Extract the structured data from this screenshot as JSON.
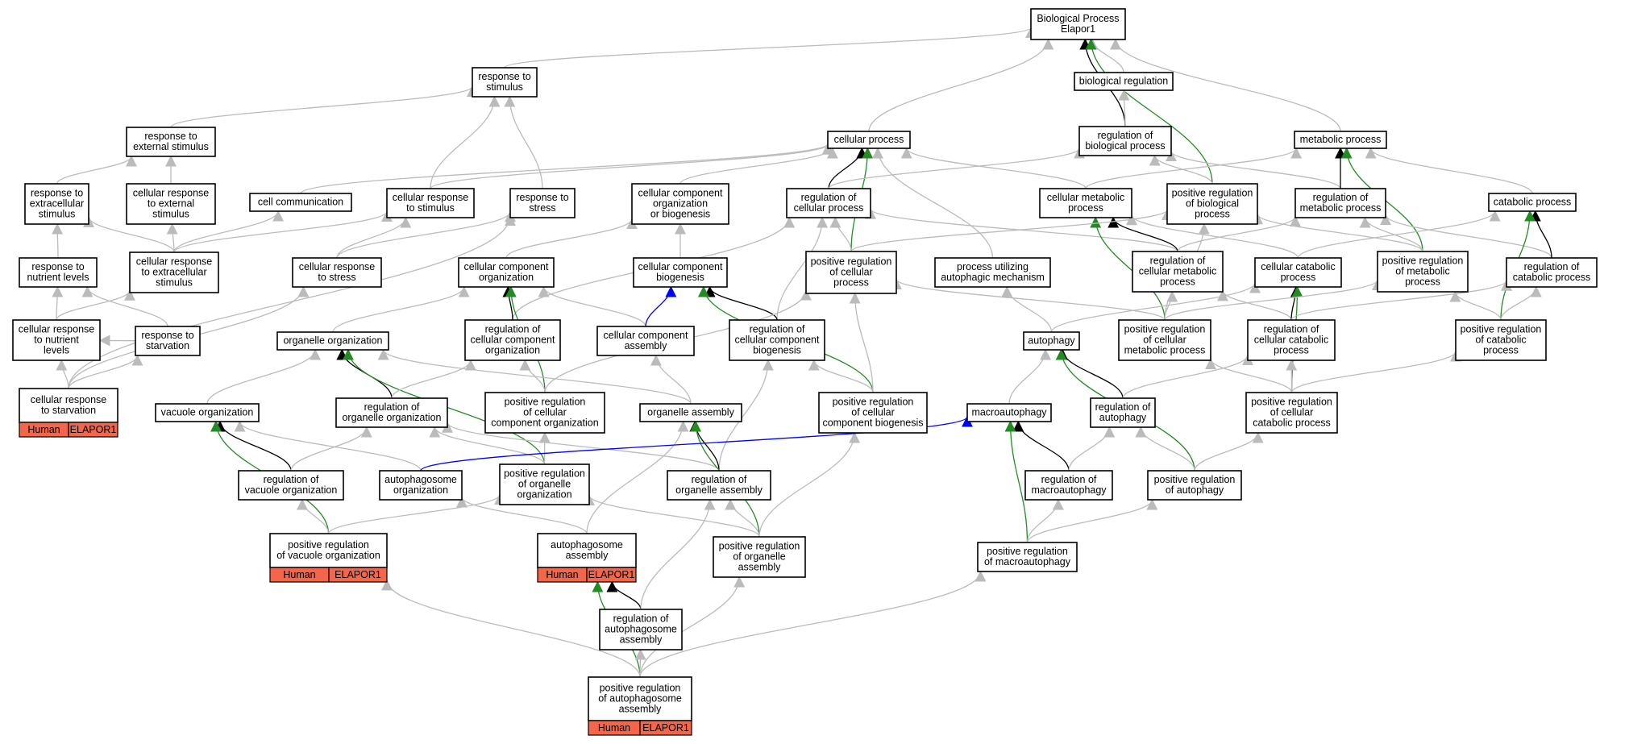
{
  "colors": {
    "is_a": "#bbbbbb",
    "regulates": "#000000",
    "positively_regulates": "#228b22",
    "part_of": "#0000ff",
    "annotation_fill": "#f4664a"
  },
  "nodes": [
    {
      "id": "bp",
      "lines": [
        "Biological Process",
        "Elapor1"
      ]
    },
    {
      "id": "rts",
      "lines": [
        "response to",
        "stimulus"
      ]
    },
    {
      "id": "breg",
      "lines": [
        "biological regulation"
      ]
    },
    {
      "id": "rtes",
      "lines": [
        "response to",
        "external stimulus"
      ]
    },
    {
      "id": "cp",
      "lines": [
        "cellular process"
      ]
    },
    {
      "id": "robp",
      "lines": [
        "regulation of",
        "biological process"
      ]
    },
    {
      "id": "mp",
      "lines": [
        "metabolic process"
      ]
    },
    {
      "id": "rtecs",
      "lines": [
        "response to",
        "extracellular",
        "stimulus"
      ]
    },
    {
      "id": "crtes",
      "lines": [
        "cellular response",
        "to external",
        "stimulus"
      ]
    },
    {
      "id": "cc",
      "lines": [
        "cell communication"
      ]
    },
    {
      "id": "crts",
      "lines": [
        "cellular response",
        "to stimulus"
      ]
    },
    {
      "id": "rtst",
      "lines": [
        "response to",
        "stress"
      ]
    },
    {
      "id": "ccob",
      "lines": [
        "cellular component",
        "organization",
        "or biogenesis"
      ]
    },
    {
      "id": "rocp",
      "lines": [
        "regulation of",
        "cellular process"
      ]
    },
    {
      "id": "cmp",
      "lines": [
        "cellular metabolic",
        "process"
      ]
    },
    {
      "id": "prbp",
      "lines": [
        "positive regulation",
        "of biological",
        "process"
      ]
    },
    {
      "id": "romp",
      "lines": [
        "regulation of",
        "metabolic process"
      ]
    },
    {
      "id": "catp",
      "lines": [
        "catabolic process"
      ]
    },
    {
      "id": "rtnl",
      "lines": [
        "response to",
        "nutrient levels"
      ]
    },
    {
      "id": "crtecs",
      "lines": [
        "cellular response",
        "to extracellular",
        "stimulus"
      ]
    },
    {
      "id": "crtst",
      "lines": [
        "cellular response",
        "to stress"
      ]
    },
    {
      "id": "cco",
      "lines": [
        "cellular component",
        "organization"
      ]
    },
    {
      "id": "ccb",
      "lines": [
        "cellular component",
        "biogenesis"
      ]
    },
    {
      "id": "prcp",
      "lines": [
        "positive regulation",
        "of cellular",
        "process"
      ]
    },
    {
      "id": "puam",
      "lines": [
        "process utilizing",
        "autophagic mechanism"
      ]
    },
    {
      "id": "rocmp",
      "lines": [
        "regulation of",
        "cellular metabolic",
        "process"
      ]
    },
    {
      "id": "ccatp",
      "lines": [
        "cellular catabolic",
        "process"
      ]
    },
    {
      "id": "prmp",
      "lines": [
        "positive regulation",
        "of metabolic",
        "process"
      ]
    },
    {
      "id": "rocatp",
      "lines": [
        "regulation of",
        "catabolic process"
      ]
    },
    {
      "id": "crtnl",
      "lines": [
        "cellular response",
        "to nutrient",
        "levels"
      ]
    },
    {
      "id": "rtstarv",
      "lines": [
        "response to",
        "starvation"
      ]
    },
    {
      "id": "oo",
      "lines": [
        "organelle organization"
      ]
    },
    {
      "id": "rocco",
      "lines": [
        "regulation of",
        "cellular component",
        "organization"
      ]
    },
    {
      "id": "cca",
      "lines": [
        "cellular component",
        "assembly"
      ]
    },
    {
      "id": "roccb",
      "lines": [
        "regulation of",
        "cellular component",
        "biogenesis"
      ]
    },
    {
      "id": "autoph",
      "lines": [
        "autophagy"
      ]
    },
    {
      "id": "prcmp",
      "lines": [
        "positive regulation",
        "of cellular",
        "metabolic process"
      ]
    },
    {
      "id": "roccatp",
      "lines": [
        "regulation of",
        "cellular catabolic",
        "process"
      ]
    },
    {
      "id": "prcatp",
      "lines": [
        "positive regulation",
        "of catabolic",
        "process"
      ]
    },
    {
      "id": "crtstarv",
      "lines": [
        "cellular response",
        "to starvation"
      ],
      "annotated": true
    },
    {
      "id": "vo",
      "lines": [
        "vacuole organization"
      ]
    },
    {
      "id": "rooo",
      "lines": [
        "regulation of",
        "organelle organization"
      ]
    },
    {
      "id": "prcco",
      "lines": [
        "positive regulation",
        "of cellular",
        "component organization"
      ]
    },
    {
      "id": "oa",
      "lines": [
        "organelle assembly"
      ]
    },
    {
      "id": "prccb",
      "lines": [
        "positive regulation",
        "of cellular",
        "component biogenesis"
      ]
    },
    {
      "id": "macro",
      "lines": [
        "macroautophagy"
      ]
    },
    {
      "id": "roautoph",
      "lines": [
        "regulation of",
        "autophagy"
      ]
    },
    {
      "id": "prccatp",
      "lines": [
        "positive regulation",
        "of cellular",
        "catabolic process"
      ]
    },
    {
      "id": "rovo",
      "lines": [
        "regulation of",
        "vacuole organization"
      ]
    },
    {
      "id": "apo",
      "lines": [
        "autophagosome",
        "organization"
      ]
    },
    {
      "id": "proo",
      "lines": [
        "positive regulation",
        "of organelle",
        "organization"
      ]
    },
    {
      "id": "rooa",
      "lines": [
        "regulation of",
        "organelle assembly"
      ]
    },
    {
      "id": "romacro",
      "lines": [
        "regulation of",
        "macroautophagy"
      ]
    },
    {
      "id": "prautoph",
      "lines": [
        "positive regulation",
        "of autophagy"
      ]
    },
    {
      "id": "prvo",
      "lines": [
        "positive regulation",
        "of vacuole organization"
      ],
      "annotated": true
    },
    {
      "id": "apa",
      "lines": [
        "autophagosome",
        "assembly"
      ],
      "annotated": true
    },
    {
      "id": "proa",
      "lines": [
        "positive regulation",
        "of organelle",
        "assembly"
      ]
    },
    {
      "id": "prmacro",
      "lines": [
        "positive regulation",
        "of macroautophagy"
      ]
    },
    {
      "id": "roapa",
      "lines": [
        "regulation of",
        "autophagosome",
        "assembly"
      ]
    },
    {
      "id": "prapa",
      "lines": [
        "positive regulation",
        "of autophagosome",
        "assembly"
      ],
      "annotated": true
    }
  ],
  "annotation": {
    "species": "Human",
    "gene": "ELAPOR1"
  },
  "edges": [
    {
      "from": "rts",
      "to": "bp",
      "type": "is_a"
    },
    {
      "from": "cp",
      "to": "bp",
      "type": "is_a"
    },
    {
      "from": "breg",
      "to": "bp",
      "type": "is_a"
    },
    {
      "from": "robp",
      "to": "bp",
      "type": "regulates"
    },
    {
      "from": "prbp",
      "to": "bp",
      "type": "positively_regulates"
    },
    {
      "from": "mp",
      "to": "bp",
      "type": "is_a"
    },
    {
      "from": "robp",
      "to": "breg",
      "type": "is_a"
    },
    {
      "from": "rtes",
      "to": "rts",
      "type": "is_a"
    },
    {
      "from": "crts",
      "to": "rts",
      "type": "is_a"
    },
    {
      "from": "rtst",
      "to": "rts",
      "type": "is_a"
    },
    {
      "from": "rtecs",
      "to": "rtes",
      "type": "is_a"
    },
    {
      "from": "crtes",
      "to": "rtes",
      "type": "is_a"
    },
    {
      "from": "cc",
      "to": "cp",
      "type": "is_a"
    },
    {
      "from": "crts",
      "to": "cp",
      "type": "is_a"
    },
    {
      "from": "ccob",
      "to": "cp",
      "type": "is_a"
    },
    {
      "from": "rocp",
      "to": "cp",
      "type": "regulates"
    },
    {
      "from": "prcp",
      "to": "cp",
      "type": "positively_regulates"
    },
    {
      "from": "cmp",
      "to": "cp",
      "type": "is_a"
    },
    {
      "from": "puam",
      "to": "cp",
      "type": "is_a"
    },
    {
      "from": "rocp",
      "to": "robp",
      "type": "is_a"
    },
    {
      "from": "prbp",
      "to": "robp",
      "type": "is_a"
    },
    {
      "from": "romp",
      "to": "robp",
      "type": "is_a"
    },
    {
      "from": "cmp",
      "to": "mp",
      "type": "is_a"
    },
    {
      "from": "romp",
      "to": "mp",
      "type": "regulates"
    },
    {
      "from": "prmp",
      "to": "mp",
      "type": "positively_regulates"
    },
    {
      "from": "catp",
      "to": "mp",
      "type": "is_a"
    },
    {
      "from": "rtnl",
      "to": "rtecs",
      "type": "is_a"
    },
    {
      "from": "crtecs",
      "to": "rtecs",
      "type": "is_a"
    },
    {
      "from": "crtecs",
      "to": "crtes",
      "type": "is_a"
    },
    {
      "from": "crtecs",
      "to": "crts",
      "type": "is_a"
    },
    {
      "from": "crtst",
      "to": "crts",
      "type": "is_a"
    },
    {
      "from": "crtst",
      "to": "rtst",
      "type": "is_a"
    },
    {
      "from": "crtstarv",
      "to": "rtst",
      "type": "is_a"
    },
    {
      "from": "cco",
      "to": "ccob",
      "type": "is_a"
    },
    {
      "from": "ccb",
      "to": "ccob",
      "type": "is_a"
    },
    {
      "from": "prcp",
      "to": "rocp",
      "type": "is_a"
    },
    {
      "from": "rocco",
      "to": "rocp",
      "type": "is_a"
    },
    {
      "from": "rocmp",
      "to": "rocp",
      "type": "is_a"
    },
    {
      "from": "roccb",
      "to": "rocp",
      "type": "is_a"
    },
    {
      "from": "rocmp",
      "to": "cmp",
      "type": "regulates"
    },
    {
      "from": "prcmp",
      "to": "cmp",
      "type": "positively_regulates"
    },
    {
      "from": "ccatp",
      "to": "cmp",
      "type": "is_a"
    },
    {
      "from": "prcmp",
      "to": "prbp",
      "type": "is_a"
    },
    {
      "from": "prmp",
      "to": "prbp",
      "type": "is_a"
    },
    {
      "from": "prcp",
      "to": "prbp",
      "type": "is_a"
    },
    {
      "from": "rocmp",
      "to": "romp",
      "type": "is_a"
    },
    {
      "from": "prmp",
      "to": "romp",
      "type": "is_a"
    },
    {
      "from": "rocatp",
      "to": "romp",
      "type": "is_a"
    },
    {
      "from": "ccatp",
      "to": "catp",
      "type": "is_a"
    },
    {
      "from": "rocatp",
      "to": "catp",
      "type": "regulates"
    },
    {
      "from": "prcatp",
      "to": "catp",
      "type": "positively_regulates"
    },
    {
      "from": "crtecs",
      "to": "cc",
      "type": "is_a"
    },
    {
      "from": "crtnl",
      "to": "rtnl",
      "type": "is_a"
    },
    {
      "from": "rtstarv",
      "to": "rtnl",
      "type": "is_a"
    },
    {
      "from": "crtnl",
      "to": "crtecs",
      "type": "is_a"
    },
    {
      "from": "crtstarv",
      "to": "crtst",
      "type": "is_a"
    },
    {
      "from": "oo",
      "to": "cco",
      "type": "is_a"
    },
    {
      "from": "rocco",
      "to": "cco",
      "type": "regulates"
    },
    {
      "from": "prcco",
      "to": "cco",
      "type": "positively_regulates"
    },
    {
      "from": "cca",
      "to": "cco",
      "type": "is_a"
    },
    {
      "from": "cca",
      "to": "ccb",
      "type": "part_of"
    },
    {
      "from": "roccb",
      "to": "ccb",
      "type": "regulates"
    },
    {
      "from": "prccb",
      "to": "ccb",
      "type": "positively_regulates"
    },
    {
      "from": "prcco",
      "to": "prcp",
      "type": "is_a"
    },
    {
      "from": "prccb",
      "to": "prcp",
      "type": "is_a"
    },
    {
      "from": "prcmp",
      "to": "prcp",
      "type": "is_a"
    },
    {
      "from": "autoph",
      "to": "puam",
      "type": "is_a"
    },
    {
      "from": "prcmp",
      "to": "rocmp",
      "type": "is_a"
    },
    {
      "from": "roccatp",
      "to": "rocmp",
      "type": "is_a"
    },
    {
      "from": "roccatp",
      "to": "ccatp",
      "type": "regulates"
    },
    {
      "from": "prccatp",
      "to": "ccatp",
      "type": "positively_regulates"
    },
    {
      "from": "autoph",
      "to": "ccatp",
      "type": "is_a"
    },
    {
      "from": "prcatp",
      "to": "prmp",
      "type": "is_a"
    },
    {
      "from": "prcmp",
      "to": "prmp",
      "type": "is_a"
    },
    {
      "from": "roccatp",
      "to": "rocatp",
      "type": "is_a"
    },
    {
      "from": "prcatp",
      "to": "rocatp",
      "type": "is_a"
    },
    {
      "from": "rtstarv",
      "to": "crtnl",
      "type": "is_a"
    },
    {
      "from": "crtstarv",
      "to": "crtnl",
      "type": "is_a"
    },
    {
      "from": "crtstarv",
      "to": "rtstarv",
      "type": "is_a"
    },
    {
      "from": "vo",
      "to": "oo",
      "type": "is_a"
    },
    {
      "from": "rooo",
      "to": "oo",
      "type": "regulates"
    },
    {
      "from": "proo",
      "to": "oo",
      "type": "positively_regulates"
    },
    {
      "from": "oa",
      "to": "oo",
      "type": "is_a"
    },
    {
      "from": "rooo",
      "to": "rocco",
      "type": "is_a"
    },
    {
      "from": "prcco",
      "to": "rocco",
      "type": "is_a"
    },
    {
      "from": "oa",
      "to": "cca",
      "type": "is_a"
    },
    {
      "from": "prccb",
      "to": "roccb",
      "type": "is_a"
    },
    {
      "from": "rooa",
      "to": "roccb",
      "type": "is_a"
    },
    {
      "from": "roautoph",
      "to": "autoph",
      "type": "regulates"
    },
    {
      "from": "prautoph",
      "to": "autoph",
      "type": "positively_regulates"
    },
    {
      "from": "macro",
      "to": "autoph",
      "type": "is_a"
    },
    {
      "from": "prccatp",
      "to": "prcmp",
      "type": "is_a"
    },
    {
      "from": "prccatp",
      "to": "roccatp",
      "type": "is_a"
    },
    {
      "from": "roautoph",
      "to": "roccatp",
      "type": "is_a"
    },
    {
      "from": "prccatp",
      "to": "prcatp",
      "type": "is_a"
    },
    {
      "from": "rovo",
      "to": "vo",
      "type": "regulates"
    },
    {
      "from": "prvo",
      "to": "vo",
      "type": "positively_regulates"
    },
    {
      "from": "apo",
      "to": "vo",
      "type": "is_a"
    },
    {
      "from": "rovo",
      "to": "rooo",
      "type": "is_a"
    },
    {
      "from": "proo",
      "to": "rooo",
      "type": "is_a"
    },
    {
      "from": "rooa",
      "to": "rooo",
      "type": "is_a"
    },
    {
      "from": "proo",
      "to": "prcco",
      "type": "is_a"
    },
    {
      "from": "apa",
      "to": "oa",
      "type": "is_a"
    },
    {
      "from": "rooa",
      "to": "oa",
      "type": "regulates"
    },
    {
      "from": "proa",
      "to": "oa",
      "type": "positively_regulates"
    },
    {
      "from": "proa",
      "to": "prccb",
      "type": "is_a"
    },
    {
      "from": "apo",
      "to": "macro",
      "type": "part_of"
    },
    {
      "from": "romacro",
      "to": "macro",
      "type": "regulates"
    },
    {
      "from": "prmacro",
      "to": "macro",
      "type": "positively_regulates"
    },
    {
      "from": "romacro",
      "to": "roautoph",
      "type": "is_a"
    },
    {
      "from": "prautoph",
      "to": "roautoph",
      "type": "is_a"
    },
    {
      "from": "prautoph",
      "to": "prccatp",
      "type": "is_a"
    },
    {
      "from": "prvo",
      "to": "rovo",
      "type": "is_a"
    },
    {
      "from": "apa",
      "to": "apo",
      "type": "is_a"
    },
    {
      "from": "prvo",
      "to": "proo",
      "type": "is_a"
    },
    {
      "from": "proa",
      "to": "proo",
      "type": "is_a"
    },
    {
      "from": "roapa",
      "to": "apa",
      "type": "regulates"
    },
    {
      "from": "prapa",
      "to": "apa",
      "type": "positively_regulates"
    },
    {
      "from": "proa",
      "to": "rooa",
      "type": "is_a"
    },
    {
      "from": "roapa",
      "to": "rooa",
      "type": "is_a"
    },
    {
      "from": "prmacro",
      "to": "romacro",
      "type": "is_a"
    },
    {
      "from": "prmacro",
      "to": "prautoph",
      "type": "is_a"
    },
    {
      "from": "prapa",
      "to": "roapa",
      "type": "is_a"
    },
    {
      "from": "prapa",
      "to": "prvo",
      "type": "is_a"
    },
    {
      "from": "prapa",
      "to": "proa",
      "type": "is_a"
    },
    {
      "from": "prapa",
      "to": "prmacro",
      "type": "is_a"
    }
  ]
}
